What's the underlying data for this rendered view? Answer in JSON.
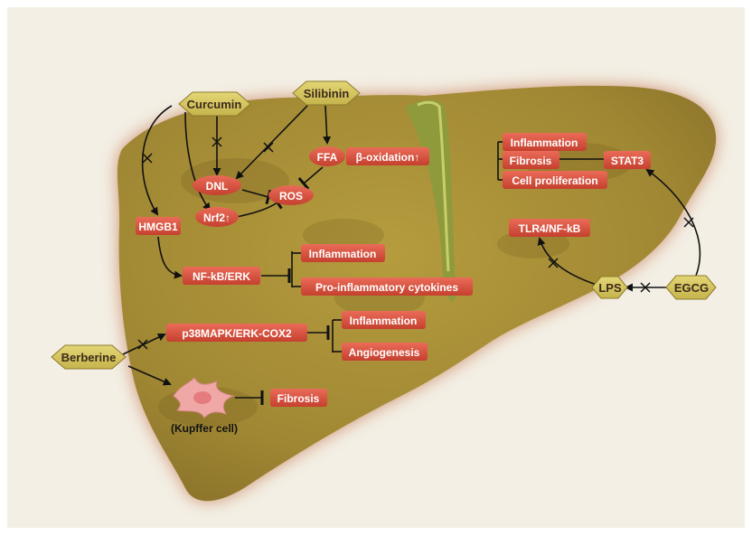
{
  "colors": {
    "background": "#f3efe4",
    "liver_fill": "#a48c34",
    "liver_glow": "#c27a5a",
    "red_label_fill": "#d9503f",
    "red_label_text": "#ffffff",
    "hexagon_fill": "#d6c660",
    "hexagon_text": "#3b2a1c",
    "arrow": "#111111",
    "ligament": "#8f9a3c"
  },
  "compounds": {
    "curcumin": "Curcumin",
    "silibinin": "Silibinin",
    "berberine": "Berberine",
    "lps": "LPS",
    "egcg": "EGCG"
  },
  "targets": {
    "dnl": "DNL",
    "nrf2": "Nrf2↑",
    "ros": "ROS",
    "ffa": "FFA",
    "beta_oxidation": "β-oxidation↑",
    "hmgb1": "HMGB1",
    "nfkb_erk": "NF-kB/ERK",
    "inflammation_1": "Inflammation",
    "pro_inflammatory": "Pro-inflammatory cytokines",
    "p38": "p38MAPK/ERK-COX2",
    "inflammation_2": "Inflammation",
    "angiogenesis": "Angiogenesis",
    "fibrosis_1": "Fibrosis",
    "inflammation_3": "Inflammation",
    "fibrosis_2": "Fibrosis",
    "cell_proliferation": "Cell proliferation",
    "stat3": "STAT3",
    "tlr4": "TLR4/NF-kB"
  },
  "kupffer_label": "(Kupffer cell)",
  "icons": [
    "kupffer-cell-icon",
    "inhibition-arrow",
    "activation-arrow",
    "blocked-arrow"
  ]
}
